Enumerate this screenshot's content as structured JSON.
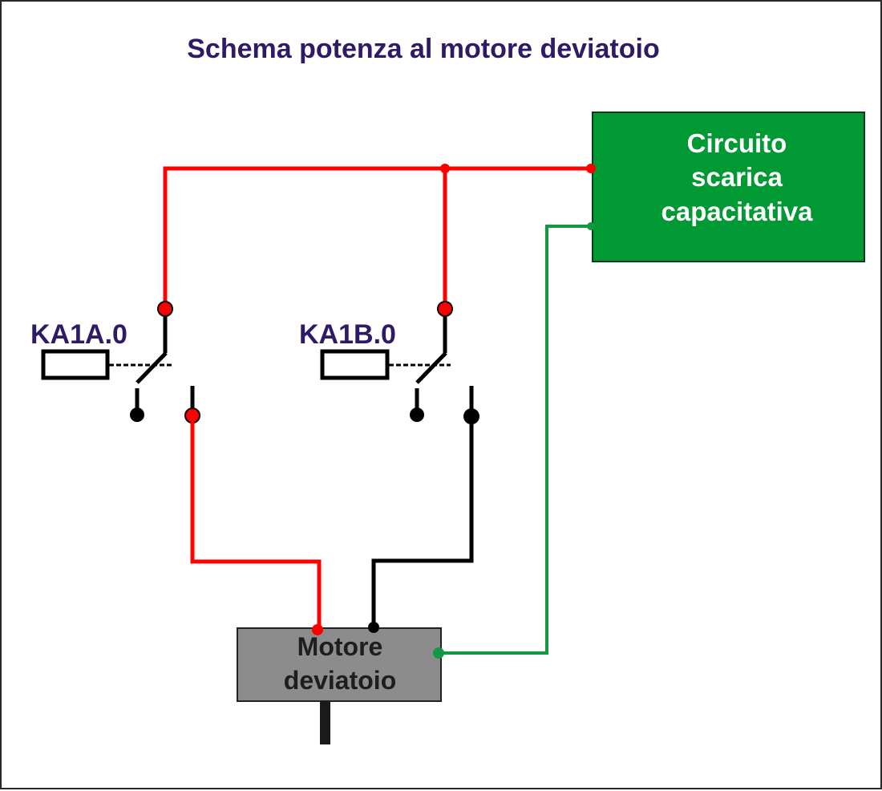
{
  "title": "Schema potenza al motore deviatoio",
  "colors": {
    "title_text": "#2e1a66",
    "wire_power": "#ff0000",
    "wire_return": "#000000",
    "wire_discharge": "#119944",
    "discharge_box_fill": "#009933",
    "motor_box_fill": "#8c8c8c",
    "coil_fill": "#ffffff"
  },
  "relays": [
    {
      "id": "relay-a",
      "label": "KA1A.0",
      "active_contact": "normally-open"
    },
    {
      "id": "relay-b",
      "label": "KA1B.0",
      "active_contact": "normally-open"
    }
  ],
  "discharge_circuit": {
    "lines": [
      "Circuito",
      "scarica",
      "capacitativa"
    ]
  },
  "motor": {
    "lines": [
      "Motore",
      "deviatoio"
    ]
  },
  "wires": [
    {
      "id": "wire-supply-bus",
      "color": "red",
      "from": "discharge-circuit",
      "to": "relay-a-common"
    },
    {
      "id": "wire-bus-to-relay-b",
      "color": "red",
      "from": "supply-bus-junction",
      "to": "relay-b-common"
    },
    {
      "id": "wire-relay-a-to-motor",
      "color": "red",
      "from": "relay-a-no-contact",
      "to": "motor"
    },
    {
      "id": "wire-relay-b-to-motor",
      "color": "black",
      "from": "relay-b-no-contact",
      "to": "motor"
    },
    {
      "id": "wire-discharge-to-motor",
      "color": "green",
      "from": "discharge-circuit",
      "to": "motor"
    }
  ]
}
